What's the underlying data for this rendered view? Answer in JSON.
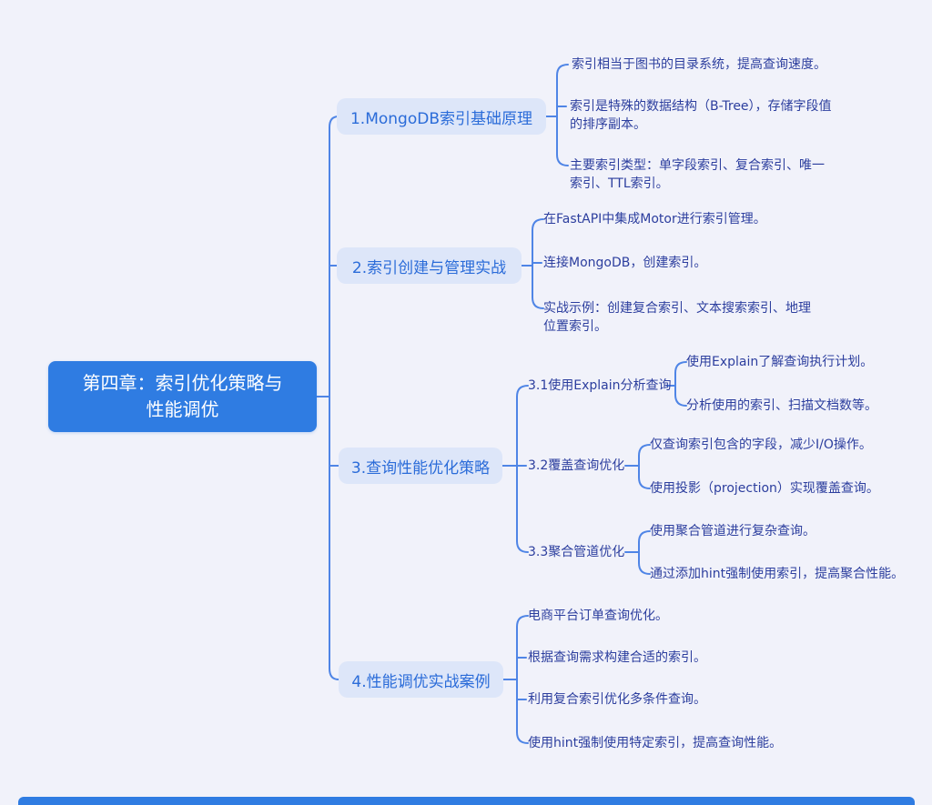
{
  "root": {
    "label": "第四章：索引优化策略与性能调优"
  },
  "branches": [
    {
      "label": "1.MongoDB索引基础原理",
      "children": [
        {
          "label": "索引相当于图书的目录系统，提高查询速度。"
        },
        {
          "label": "索引是特殊的数据结构（B-Tree），存储字段值的排序副本。"
        },
        {
          "label": "主要索引类型：单字段索引、复合索引、唯一索引、TTL索引。"
        }
      ]
    },
    {
      "label": "2.索引创建与管理实战",
      "children": [
        {
          "label": "在FastAPI中集成Motor进行索引管理。"
        },
        {
          "label": "连接MongoDB，创建索引。"
        },
        {
          "label": "实战示例：创建复合索引、文本搜索索引、地理位置索引。"
        }
      ]
    },
    {
      "label": "3.查询性能优化策略",
      "children": [
        {
          "label": "3.1使用Explain分析查询",
          "children": [
            {
              "label": "使用Explain了解查询执行计划。"
            },
            {
              "label": "分析使用的索引、扫描文档数等。"
            }
          ]
        },
        {
          "label": "3.2覆盖查询优化",
          "children": [
            {
              "label": "仅查询索引包含的字段，减少I/O操作。"
            },
            {
              "label": "使用投影（projection）实现覆盖查询。"
            }
          ]
        },
        {
          "label": "3.3聚合管道优化",
          "children": [
            {
              "label": "使用聚合管道进行复杂查询。"
            },
            {
              "label": "通过添加hint强制使用索引，提高聚合性能。"
            }
          ]
        }
      ]
    },
    {
      "label": "4.性能调优实战案例",
      "children": [
        {
          "label": "电商平台订单查询优化。"
        },
        {
          "label": "根据查询需求构建合适的索引。"
        },
        {
          "label": "利用复合索引优化多条件查询。"
        },
        {
          "label": "使用hint强制使用特定索引，提高查询性能。"
        }
      ]
    }
  ],
  "colors": {
    "background": "#f1f2fa",
    "root_fill": "#2f7ce2",
    "root_text": "#ffffff",
    "branch_fill": "#dde6f9",
    "branch_text": "#2b6cd9",
    "leaf_text": "#2c3e9e",
    "connector": "#4f85e6"
  }
}
